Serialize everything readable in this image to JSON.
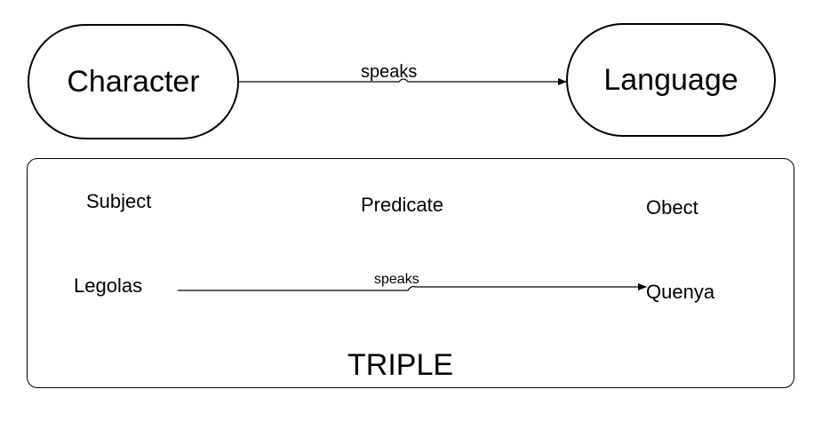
{
  "diagram": {
    "top_relation": {
      "subject_node": "Character",
      "predicate_label": "speaks",
      "object_node": "Language"
    },
    "triple_box": {
      "headers": {
        "subject": "Subject",
        "predicate": "Predicate",
        "object": "Obect"
      },
      "example": {
        "subject": "Legolas",
        "predicate": "speaks",
        "object": "Quenya"
      },
      "title": "TRIPLE"
    }
  }
}
